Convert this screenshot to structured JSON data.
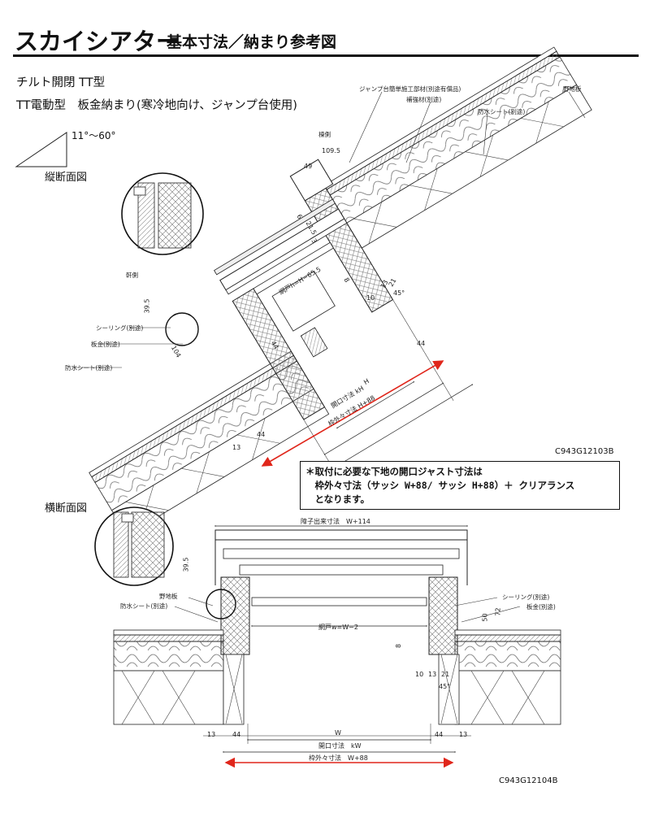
{
  "header": {
    "title": "スカイシアター",
    "subtitle": "基本寸法／納まり参考図"
  },
  "info": {
    "model": "チルト開閉 TT型",
    "spec": "TT電動型　板金納まり(寒冷地向け、ジャンプ台使用)",
    "angle": "11°～60°"
  },
  "section_vertical": {
    "heading": "縦断面図",
    "code": "C943G12103B",
    "labels": {
      "jump_part": "ジャンプ台簡単施工部材(別途有償品)",
      "reinforce": "補強材(別途)",
      "roof_board": "野地板",
      "waterproof_top": "防水シート(別途)",
      "ridge": "棟側",
      "eave": "軒側",
      "sealing": "シーリング(別途)",
      "sheet_metal": "板金(別途)",
      "waterproof": "防水シート(別途)",
      "screen": "網戸h=H−65.5",
      "H": "H",
      "open": "開口寸法 kH",
      "frame": "枠外々寸法 H+88"
    },
    "dims": {
      "d109": "109.5",
      "d49": "49",
      "d6": "6",
      "d21": "21.5",
      "d3": "3",
      "d8": "8",
      "d10": "10",
      "d13a": "13",
      "d21b": "21",
      "d45": "45°",
      "d395": "39.5",
      "d104": "104",
      "d44a": "44",
      "d44b": "44",
      "d44c": "44",
      "d13": "13"
    }
  },
  "note": {
    "line1": "＊取付に必要な下地の開口ジャスト寸法は",
    "line2": "　枠外々寸法（サッシ W+88/ サッシ H+88）＋ クリアランス",
    "line3": "　となります。"
  },
  "section_horizontal": {
    "heading": "横断面図",
    "code": "C943G12104B",
    "labels": {
      "hood": "障子出来寸法　W+114",
      "roof_board": "野地板",
      "waterproof": "防水シート(別途)",
      "sealing": "シーリング(別途)",
      "sheet_metal": "板金(別途)",
      "screen": "網戸w=W−2",
      "W": "W",
      "open": "開口寸法　kW",
      "frame": "枠外々寸法　W+88"
    },
    "dims": {
      "d395": "39.5",
      "d50": "50",
      "d72": "72",
      "d8": "8",
      "d10": "10",
      "d13": "13",
      "d21": "21",
      "d45": "45°",
      "l13": "13",
      "l44": "44",
      "r44": "44",
      "r13": "13"
    }
  },
  "colors": {
    "arrow": "#e0261b",
    "line": "#222222",
    "fill": "#f2f2f2"
  }
}
